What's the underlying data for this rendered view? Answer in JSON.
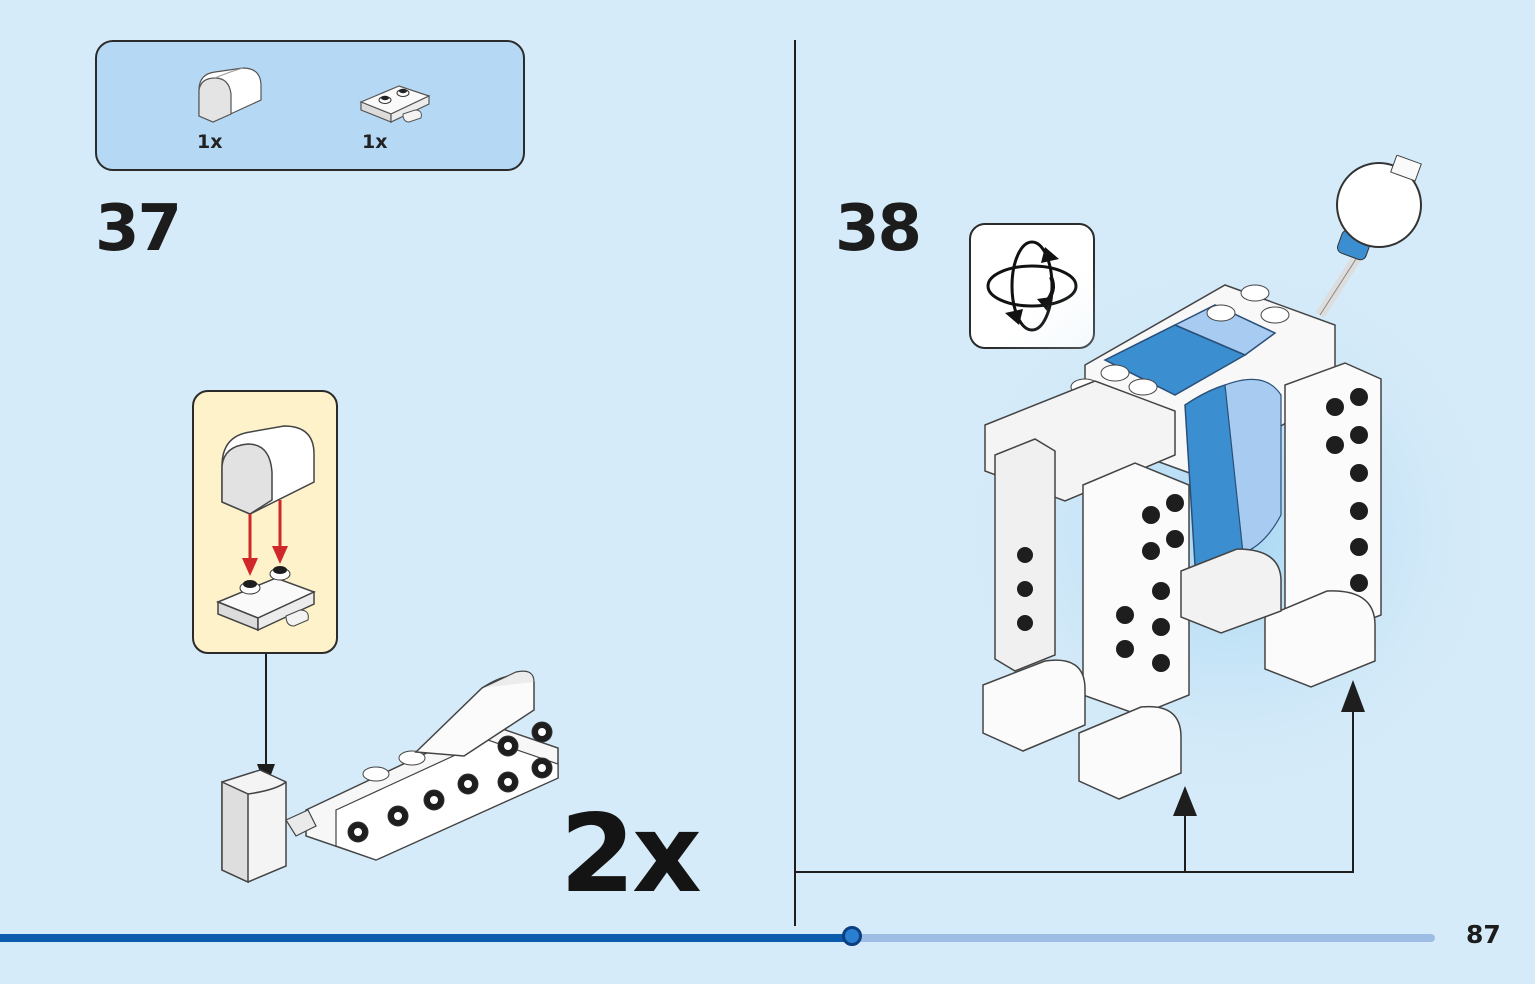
{
  "parts_list": {
    "items": [
      {
        "icon": "curved-slope-brick-icon",
        "count": "1x"
      },
      {
        "icon": "plate-with-clip-icon",
        "count": "1x"
      }
    ]
  },
  "step_left": {
    "number": "37",
    "multiplier": "2x"
  },
  "step_right": {
    "number": "38",
    "rotate_icon": "rotate-model-icon"
  },
  "footer": {
    "page_number": "87",
    "progress_fraction": 0.594
  },
  "colors": {
    "background": "#d6ebf9",
    "parts_box": "#b5d9f4",
    "callout": "#fdf2c9",
    "progress_fill": "#0b5cad",
    "progress_track": "#9dbde4",
    "accent_blue": "#3b8fd0",
    "arrow_red": "#d0282a"
  }
}
